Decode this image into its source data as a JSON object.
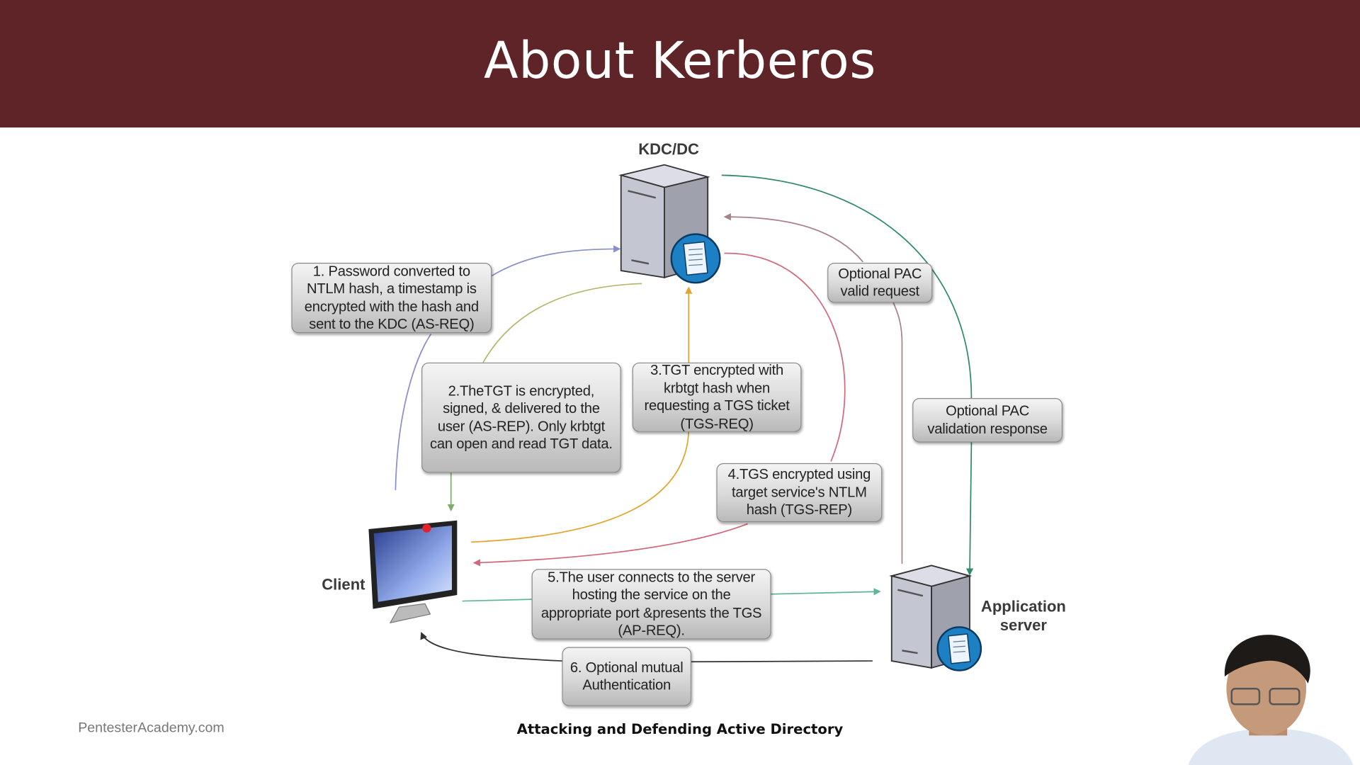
{
  "slide": {
    "title": "About Kerberos",
    "footer_left": "PentesterAcademy.com",
    "footer_center": "Attacking and Defending Active Directory"
  },
  "nodes": {
    "kdc": "KDC/DC",
    "client": "Client",
    "app_server_line1": "Application",
    "app_server_line2": "server"
  },
  "steps": {
    "step1": "1. Password converted to NTLM hash, a timestamp is encrypted with the hash and sent to the KDC (AS-REQ)",
    "step2": "2.TheTGT is encrypted, signed, & delivered to the user (AS-REP). Only krbtgt can open and read TGT data.",
    "step3": "3.TGT encrypted with krbtgt hash when requesting a TGS ticket (TGS-REQ)",
    "step4": "4.TGS encrypted using target service's NTLM hash (TGS-REP)",
    "step5": "5.The user connects to the server hosting the service on the appropriate port &presents the TGS (AP-REQ).",
    "step6": "6. Optional mutual Authentication",
    "pac_request": "Optional PAC valid request",
    "pac_response": "Optional PAC validation response"
  },
  "colors": {
    "header": "#5e2428",
    "as_req": "#8a8fc8",
    "as_rep": "#b7b66e",
    "tgs_req": "#e0a52a",
    "tgs_rep": "#d2687c",
    "ap_req": "#5fb59a",
    "pac_req": "#a88088",
    "pac_resp": "#2f8a68",
    "mutual": "#333333"
  }
}
